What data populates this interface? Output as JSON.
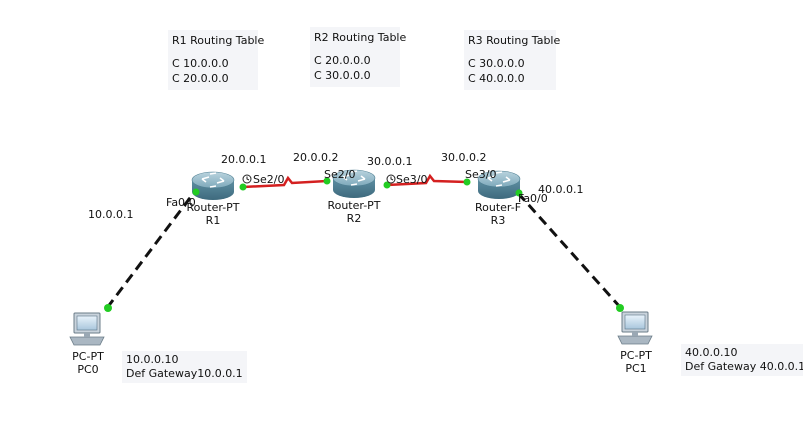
{
  "routing_tables": [
    {
      "title": "R1 Routing Table",
      "entries": [
        "C 10.0.0.0",
        "C 20.0.0.0"
      ]
    },
    {
      "title": "R2 Routing Table",
      "entries": [
        "C 20.0.0.0",
        "C 30.0.0.0"
      ]
    },
    {
      "title": "R3 Routing Table",
      "entries": [
        "C 30.0.0.0",
        "C 40.0.0.0"
      ]
    }
  ],
  "routers": [
    {
      "model": "Router-PT",
      "name": "R1"
    },
    {
      "model": "Router-PT",
      "name": "R2"
    },
    {
      "model": "Router-F",
      "name": "R3"
    }
  ],
  "pcs": [
    {
      "model": "PC-PT",
      "name": "PC0",
      "ip": "10.0.0.10",
      "gateway": "Def Gateway10.0.0.1"
    },
    {
      "model": "PC-PT",
      "name": "PC1",
      "ip": "40.0.0.10",
      "gateway": "Def Gateway 40.0.0.1"
    }
  ],
  "interfaces": {
    "r1_fa": "Fa0/0",
    "r1_se": "Se2/0",
    "r2_se_left": "Se2/0",
    "r2_se_right": "Se3/0",
    "r3_se": "Se3/0",
    "r3_fa": "Fa0/0"
  },
  "ip_labels": {
    "r1_fa_ip": "10.0.0.1",
    "r1_se_ip": "20.0.0.1",
    "r2_left_ip": "20.0.0.2",
    "r2_right_ip": "30.0.0.1",
    "r3_se_ip": "30.0.0.2",
    "r3_fa_ip": "40.0.0.1"
  },
  "colors": {
    "serial_link": "#d42020",
    "ethernet_link": "#111111",
    "link_up": "#22cc22",
    "router_body": "#5e8fa3",
    "note_bg": "#f4f5f8"
  }
}
